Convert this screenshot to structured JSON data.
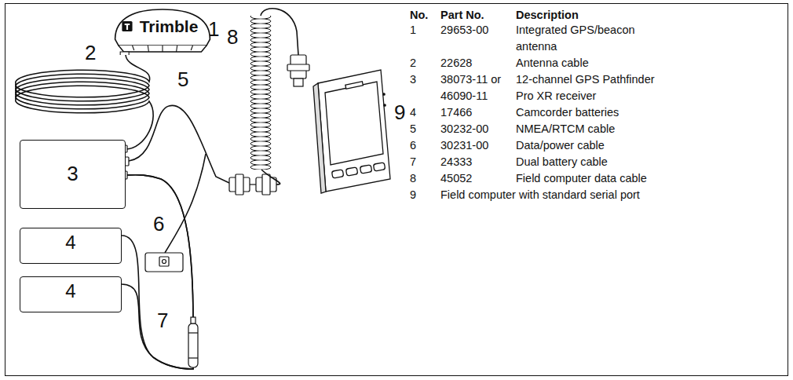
{
  "diagram": {
    "nodes": [
      {
        "text": [
          "Trimble"
        ]
      },
      {
        "text": [
          "3"
        ]
      },
      {
        "text": [
          "4"
        ]
      },
      {
        "text": [
          "4"
        ]
      }
    ],
    "edges": [
      {
        "from": 0,
        "to": 1,
        "arrow": "none"
      },
      {
        "from": 2,
        "to": 1,
        "arrow": "none"
      },
      {
        "from": 3,
        "to": 1,
        "arrow": "none"
      }
    ],
    "labels": [
      "1",
      "2",
      "5",
      "6",
      "7",
      "8",
      "9",
      "No.",
      "Part No.",
      "Description",
      "1",
      "29653-00",
      "Integrated GPS/beacon antenna",
      "2",
      "22628",
      "Antenna cable",
      "3",
      "38073-11 or 46090-11",
      "12-channel GPS Pathfinder Pro XR receiver",
      "4",
      "17466",
      "Camcorder batteries",
      "5",
      "30232-00",
      "NMEA/RTCM cable",
      "6",
      "30231-00",
      "Data/power cable",
      "7",
      "24333",
      "Dual battery cable",
      "8",
      "45052",
      "Field computer data cable",
      "9",
      "Field computer with standard serial port"
    ]
  }
}
